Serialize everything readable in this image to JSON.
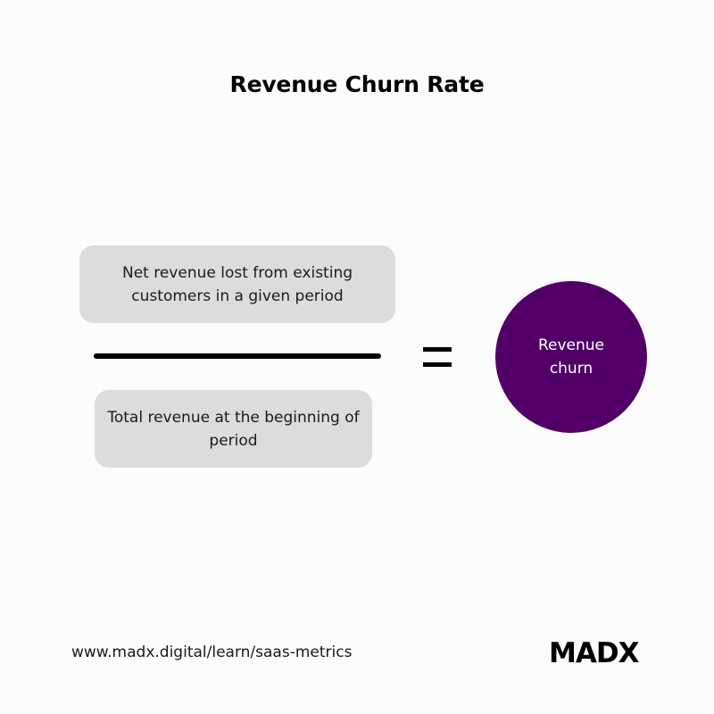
{
  "title": "Revenue Churn Rate",
  "formula": {
    "numerator": "Net revenue lost from existing customers in a given period",
    "denominator": "Total revenue at the beginning of period",
    "operator": "=",
    "result": "Revenue churn"
  },
  "footer": {
    "url": "www.madx.digital/learn/saas-metrics",
    "logo": "MADX"
  },
  "colors": {
    "result_circle": "#520068",
    "box_background": "#dcdcdc",
    "page_background": "#fdfcfc"
  }
}
